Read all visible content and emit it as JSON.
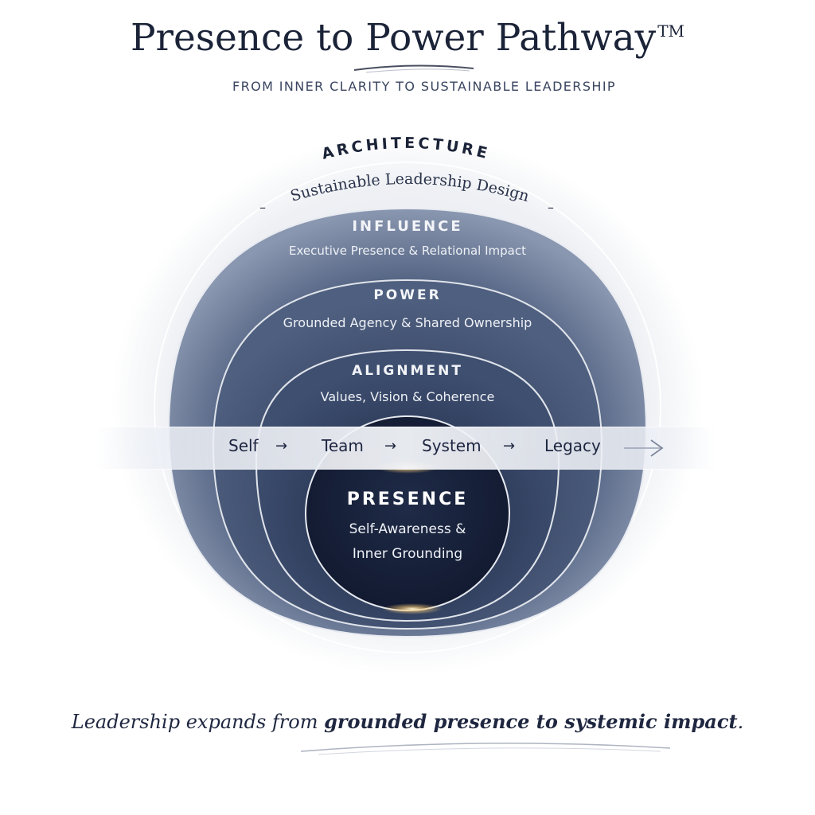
{
  "header": {
    "title": "Presence to Power Pathway",
    "trademark": "TM",
    "subtitle": "FROM INNER CLARITY TO SUSTAINABLE LEADERSHIP"
  },
  "layers": {
    "architecture": {
      "title": "ARCHITECTURE",
      "subtitle": "Sustainable Leadership Design",
      "dash": "–"
    },
    "influence": {
      "title": "INFLUENCE",
      "subtitle": "Executive Presence & Relational Impact"
    },
    "power": {
      "title": "POWER",
      "subtitle": "Grounded Agency & Shared Ownership"
    },
    "alignment": {
      "title": "ALIGNMENT",
      "subtitle": "Values, Vision & Coherence"
    },
    "presence": {
      "title": "PRESENCE",
      "subtitle_line1": "Self-Awareness &",
      "subtitle_line2": "Inner Grounding"
    }
  },
  "flow": {
    "steps": [
      "Self",
      "Team",
      "System",
      "Legacy"
    ],
    "arrow": "→"
  },
  "tagline": {
    "lead": "Leadership expands from ",
    "emphasis": "grounded presence to systemic impact",
    "end": "."
  },
  "colors": {
    "navy": "#1b2338",
    "deep": "#151d33",
    "slate": "#5f6f8c",
    "mist": "#e9ecf2"
  }
}
